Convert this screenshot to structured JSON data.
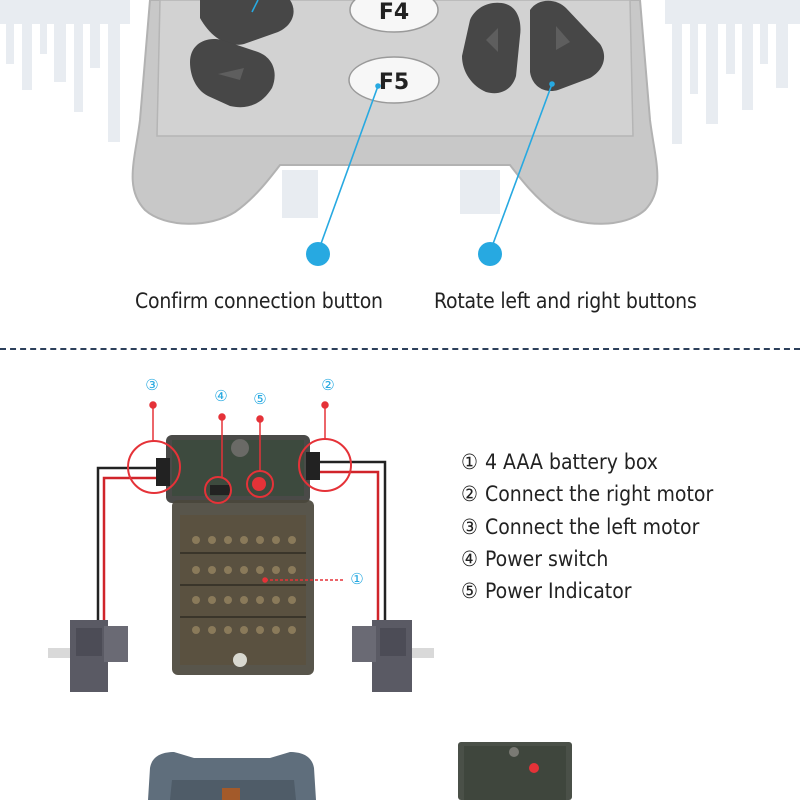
{
  "remote": {
    "buttons": {
      "f4_label": "F4",
      "f5_label": "F5"
    }
  },
  "captions": {
    "confirm": "Confirm connection button",
    "rotate": "Rotate left and right buttons"
  },
  "diagram": {
    "markers": {
      "m1": "①",
      "m2": "②",
      "m3": "③",
      "m4": "④",
      "m5": "⑤"
    },
    "legend": [
      {
        "num": "①",
        "text": "4 AAA battery box"
      },
      {
        "num": "②",
        "text": "Connect the right motor"
      },
      {
        "num": "③",
        "text": "Connect the left motor"
      },
      {
        "num": "④",
        "text": "Power switch"
      },
      {
        "num": "⑤",
        "text": "Power Indicator"
      }
    ]
  },
  "colors": {
    "accent": "#27a9e1",
    "marker_red": "#e53238",
    "legend_text": "#222222",
    "remote_body": "#cfcfcf"
  }
}
